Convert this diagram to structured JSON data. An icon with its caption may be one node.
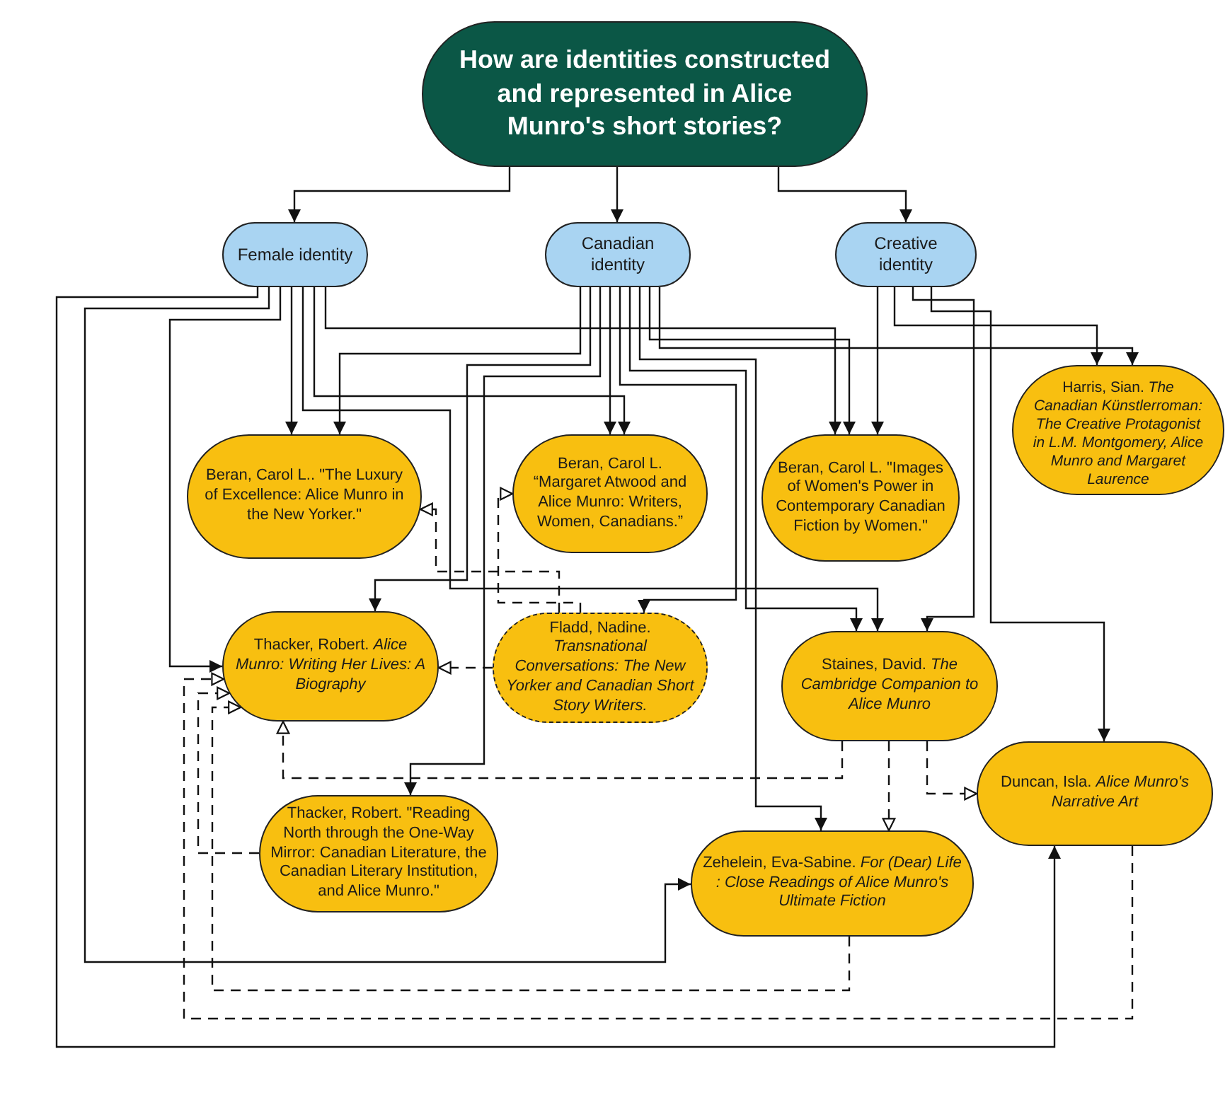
{
  "diagram": {
    "nodes": [
      {
        "text": [
          "How are identities constructed and represented in Alice Munro's short stories?"
        ]
      },
      {
        "text": [
          "Female identity"
        ]
      },
      {
        "text": [
          "Canadian identity"
        ]
      },
      {
        "text": [
          "Creative identity"
        ]
      },
      {
        "text": [
          "Harris, Sian. *The Canadian Künstlerroman: The Creative Protagonist in L.M. Montgomery, Alice Munro and Margaret Laurence*"
        ]
      },
      {
        "text": [
          "Beran, Carol L.. \"The Luxury of Excellence: Alice Munro in the New Yorker.\""
        ]
      },
      {
        "text": [
          "Beran, Carol L. “Margaret Atwood and Alice Munro: Writers, Women, Canadians.”"
        ]
      },
      {
        "text": [
          "Beran, Carol L. \"Images of Women's Power in Contemporary Canadian Fiction by Women.\""
        ]
      },
      {
        "text": [
          "Thacker, Robert. *Alice Munro: Writing Her Lives: A Biography*"
        ]
      },
      {
        "text": [
          "Fladd, Nadine. *Transnational Conversations: The New Yorker and Canadian Short Story Writers.*"
        ]
      },
      {
        "text": [
          "Staines, David. *The Cambridge Companion to Alice Munro*"
        ]
      },
      {
        "text": [
          "Duncan, Isla. *Alice Munro's Narrative Art*"
        ]
      },
      {
        "text": [
          "Thacker, Robert. \"Reading North through the One-Way Mirror: Canadian Literature, the Canadian Literary Institution, and Alice Munro.\""
        ]
      },
      {
        "text": [
          "Zehelein, Eva-Sabine. *For (Dear) Life : Close Readings of Alice Munro's Ultimate Fiction*"
        ]
      }
    ],
    "edges": [
      {
        "from": 0,
        "to": 1,
        "arrow": "to"
      },
      {
        "from": 0,
        "to": 2,
        "arrow": "to"
      },
      {
        "from": 0,
        "to": 3,
        "arrow": "to"
      },
      {
        "from": 1,
        "to": 5,
        "arrow": "to"
      },
      {
        "from": 1,
        "to": 6,
        "arrow": "to"
      },
      {
        "from": 1,
        "to": 7,
        "arrow": "to"
      },
      {
        "from": 1,
        "to": 8,
        "arrow": "to"
      },
      {
        "from": 1,
        "to": 10,
        "arrow": "to"
      },
      {
        "from": 1,
        "to": 13,
        "arrow": "to"
      },
      {
        "from": 1,
        "to": 11,
        "arrow": "to"
      },
      {
        "from": 2,
        "to": 5,
        "arrow": "to"
      },
      {
        "from": 2,
        "to": 6,
        "arrow": "to"
      },
      {
        "from": 2,
        "to": 7,
        "arrow": "to"
      },
      {
        "from": 2,
        "to": 8,
        "arrow": "to"
      },
      {
        "from": 2,
        "to": 9,
        "arrow": "to"
      },
      {
        "from": 2,
        "to": 10,
        "arrow": "to"
      },
      {
        "from": 2,
        "to": 12,
        "arrow": "to"
      },
      {
        "from": 2,
        "to": 13,
        "arrow": "to"
      },
      {
        "from": 2,
        "to": 4,
        "arrow": "to"
      },
      {
        "from": 3,
        "to": 4,
        "arrow": "to"
      },
      {
        "from": 3,
        "to": 7,
        "arrow": "to"
      },
      {
        "from": 3,
        "to": 10,
        "arrow": "to"
      },
      {
        "from": 3,
        "to": 11,
        "arrow": "to"
      },
      {
        "from": 9,
        "to": 5,
        "arrow": "to",
        "style": "dashed"
      },
      {
        "from": 9,
        "to": 6,
        "arrow": "to",
        "style": "dashed"
      },
      {
        "from": 9,
        "to": 8,
        "arrow": "to",
        "style": "dashed"
      },
      {
        "from": 10,
        "to": 8,
        "arrow": "to",
        "style": "dashed"
      },
      {
        "from": 12,
        "to": 8,
        "arrow": "to",
        "style": "dashed"
      },
      {
        "from": 13,
        "to": 8,
        "arrow": "to",
        "style": "dashed"
      },
      {
        "from": 11,
        "to": 8,
        "arrow": "to",
        "style": "dashed"
      },
      {
        "from": 10,
        "to": 13,
        "arrow": "to",
        "style": "dashed"
      },
      {
        "from": 10,
        "to": 11,
        "arrow": "to",
        "style": "dashed"
      }
    ]
  }
}
